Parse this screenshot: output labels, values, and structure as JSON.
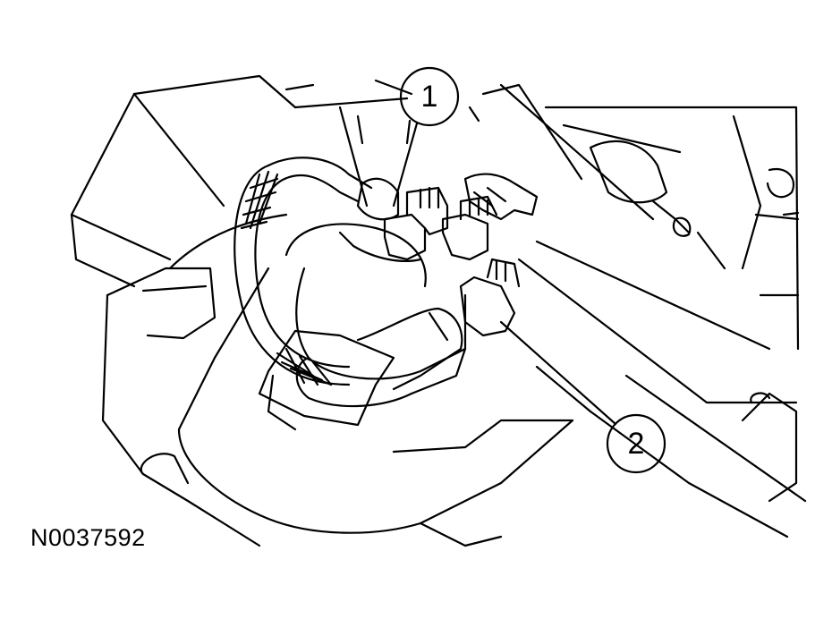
{
  "figure": {
    "reference_code": "N0037592",
    "callouts": [
      {
        "id": "1",
        "label": "1"
      },
      {
        "id": "2",
        "label": "2"
      }
    ],
    "colors": {
      "line": "#000000",
      "background": "#ffffff"
    }
  }
}
